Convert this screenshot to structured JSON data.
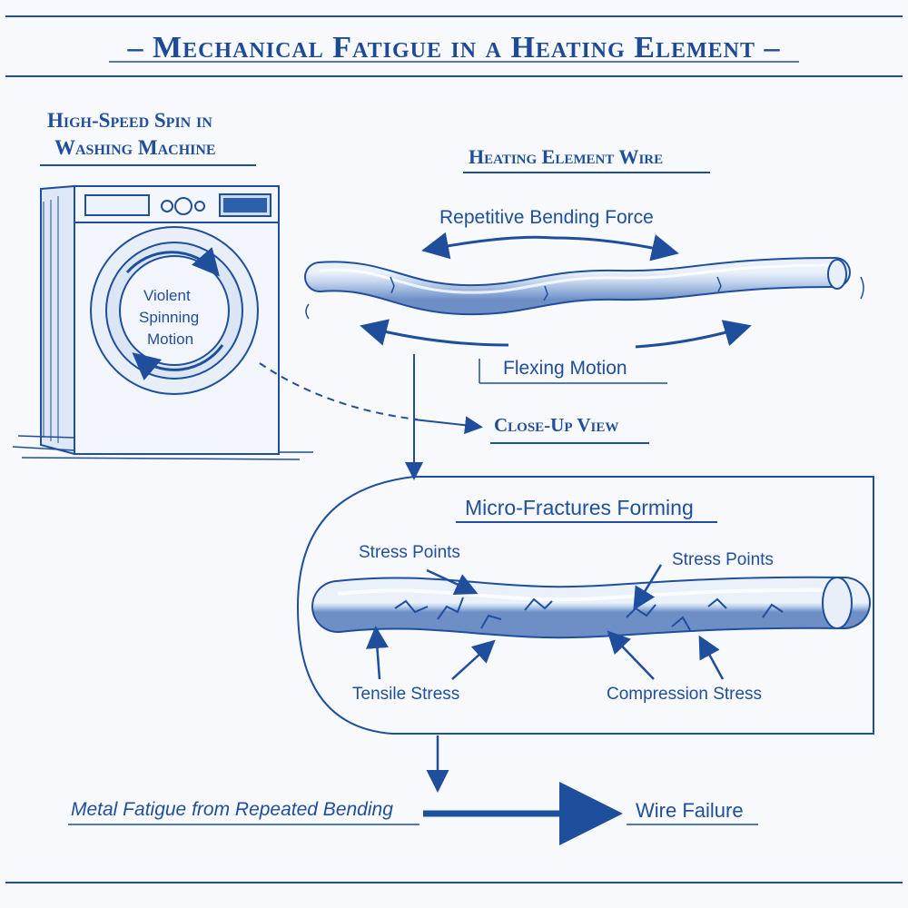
{
  "title": "– Mechanical Fatigue in a Heating Element –",
  "washer": {
    "heading_line1": "High-Speed Spin in",
    "heading_line2": "Washing Machine",
    "drum_line1": "Violent",
    "drum_line2": "Spinning",
    "drum_line3": "Motion"
  },
  "wire": {
    "heading": "Heating Element Wire",
    "force_label": "Repetitive Bending Force",
    "flex_label": "Flexing Motion"
  },
  "closeup": {
    "label": "Close-Up View",
    "heading": "Micro-Fractures Forming",
    "stress_left": "Stress Points",
    "stress_right": "Stress Points",
    "tensile": "Tensile Stress",
    "compression": "Compression Stress"
  },
  "conclusion": {
    "cause": "Metal Fatigue from Repeated Bending",
    "result": "Wire Failure"
  },
  "colors": {
    "ink": "#1f4e9c",
    "light": "#c9d9f0",
    "paper": "#f7f9fc"
  }
}
